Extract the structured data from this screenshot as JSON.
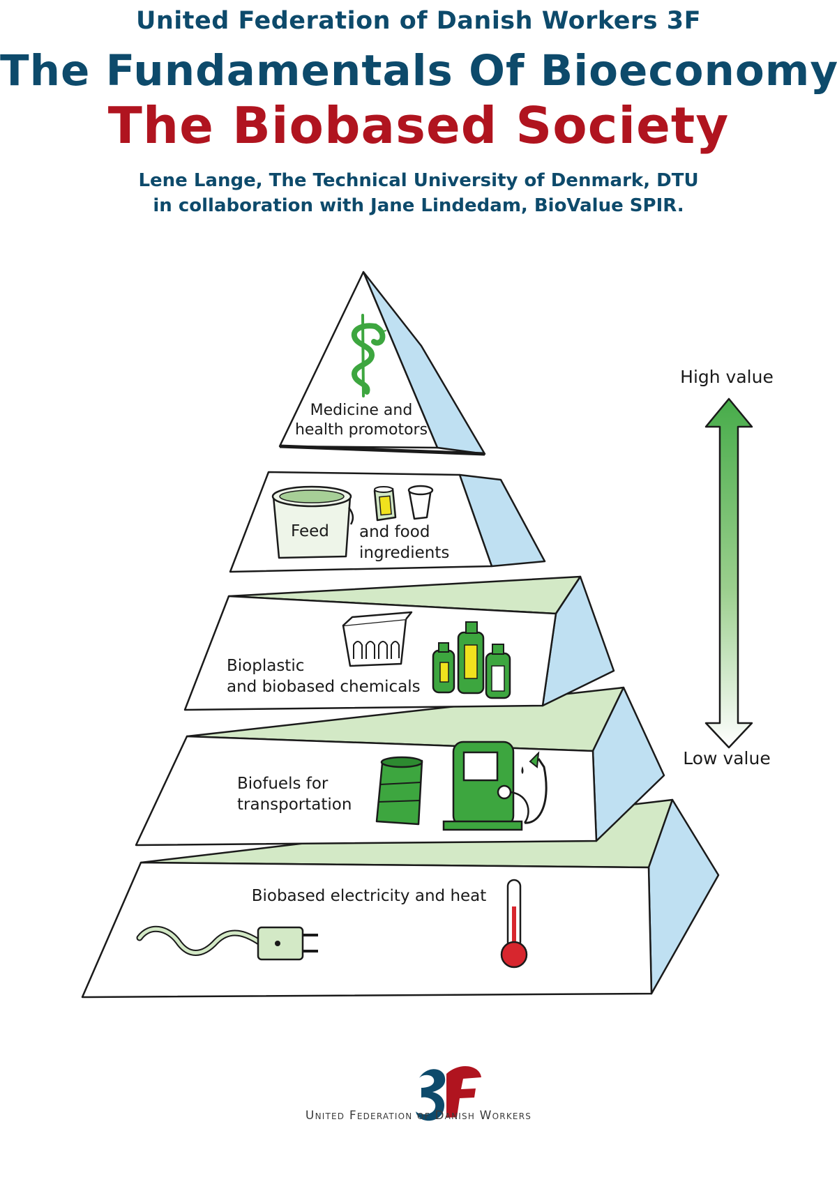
{
  "header": {
    "org": "United Federation of Danish Workers 3F",
    "title": "The Fundamentals Of Bioeconomy",
    "subtitle": "The Biobased Society",
    "author_line_1": "Lene Lange, The Technical University of Denmark, DTU",
    "author_line_2": "in collaboration with Jane Lindedam, BioValue SPIR."
  },
  "pyramid": {
    "tiers": [
      {
        "label_1": "Medicine and",
        "label_2": "health promotors",
        "icons": [
          "caduceus-snake-icon"
        ]
      },
      {
        "label_1": "Feed",
        "label_2": "and food",
        "label_3": "ingredients",
        "icons": [
          "feed-bucket-icon",
          "can-icon",
          "cup-icon"
        ]
      },
      {
        "label_1": "Bioplastic",
        "label_2": "and biobased chemicals",
        "icons": [
          "plastic-basket-icon",
          "bottle-icon"
        ]
      },
      {
        "label_1": "Biofuels for",
        "label_2": "transportation",
        "icons": [
          "oil-barrel-icon",
          "fuel-pump-icon"
        ]
      },
      {
        "label_1": "Biobased electricity and heat",
        "icons": [
          "power-plug-icon",
          "thermometer-icon"
        ]
      }
    ]
  },
  "value_scale": {
    "high": "High value",
    "low": "Low value"
  },
  "footer": {
    "logo_text": "3F",
    "org_name": "United Federation of Danish Workers"
  },
  "colors": {
    "navy": "#0d4a6b",
    "red": "#b0141f",
    "side_blue": "#bfe0f2",
    "top_green": "#d3e9c6",
    "icon_green": "#3da63f",
    "arrow_green": "#47ac4a"
  }
}
